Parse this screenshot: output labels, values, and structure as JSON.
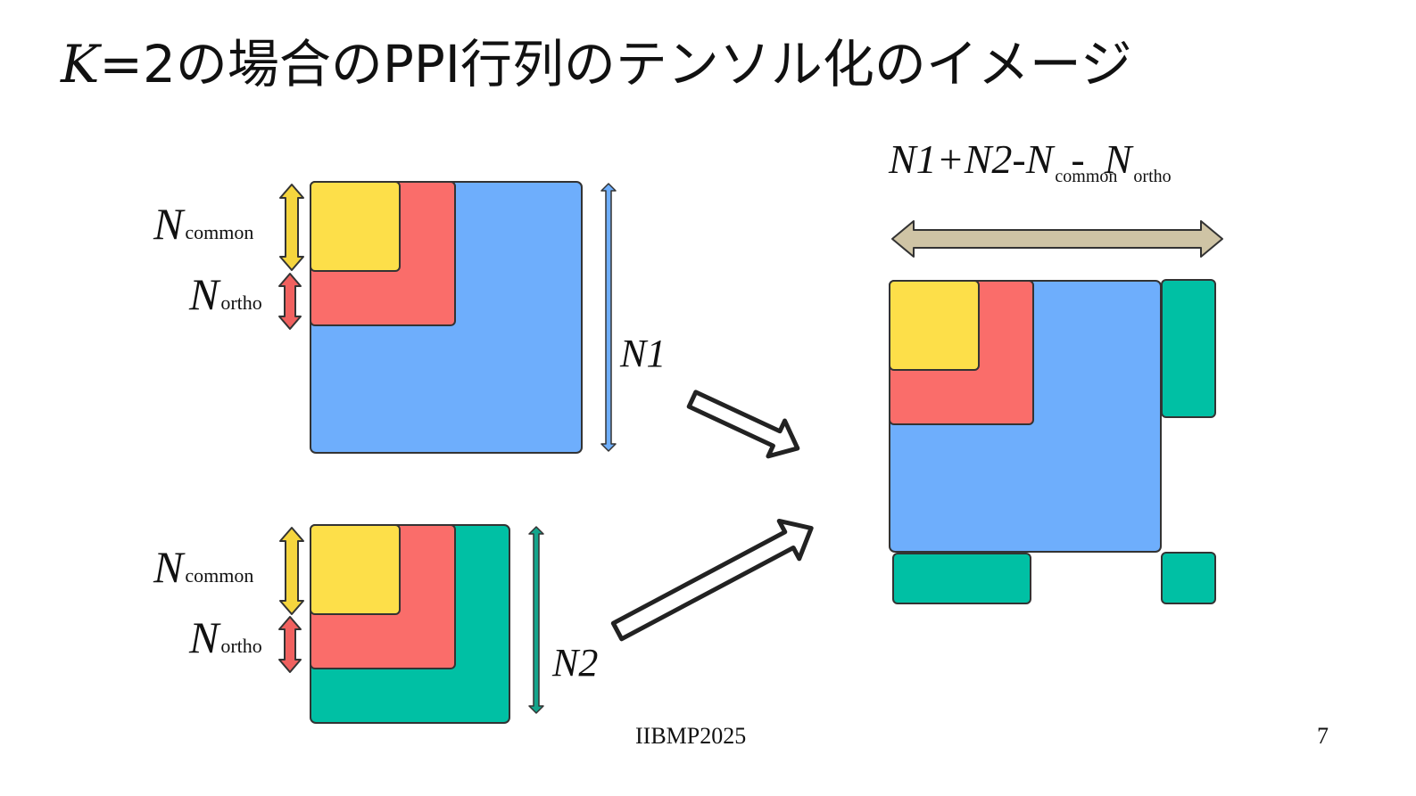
{
  "title": {
    "var": "K",
    "rest": "=2の場合のPPI行列のテンソル化のイメージ"
  },
  "labels": {
    "n": "N",
    "common": "common",
    "ortho": "ortho",
    "n1": "N1",
    "n2": "N2",
    "combined_prefix": "N1+N2-N",
    "combined_dash": "-",
    "combined_n": "N"
  },
  "footer": {
    "center": "IIBMP2025",
    "page": "7"
  },
  "colors": {
    "yellow": "#FDDF49",
    "red": "#FA6D6A",
    "blue": "#6EAEFC",
    "teal": "#00C0A4",
    "tan": "#CFC4A5",
    "arrow_yellow": "#F5D53E",
    "arrow_red": "#F0615F",
    "arrow_blue": "#6EAEFC",
    "arrow_teal": "#14A58C",
    "stroke": "#333333"
  }
}
